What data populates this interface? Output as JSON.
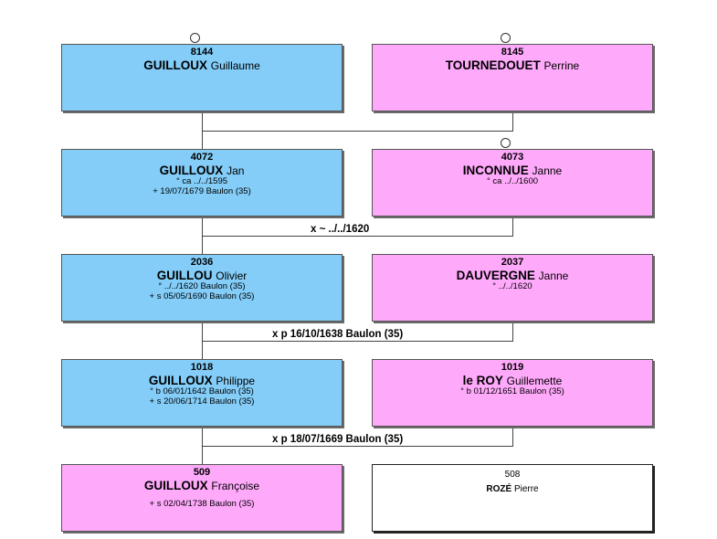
{
  "people": {
    "p8144": {
      "num": "8144",
      "surname": "GUILLOUX",
      "given": "Guillaume"
    },
    "p8145": {
      "num": "8145",
      "surname": "TOURNEDOUET",
      "given": "Perrine"
    },
    "p4072": {
      "num": "4072",
      "surname": "GUILLOUX",
      "given": "Jan",
      "line1": "° ca ../../1595",
      "line2": "+ 19/07/1679 Baulon (35)"
    },
    "p4073": {
      "num": "4073",
      "surname": "INCONNUE",
      "given": "Janne",
      "line1": "° ca ../../1600"
    },
    "p2036": {
      "num": "2036",
      "surname": "GUILLOU",
      "given": "Olivier",
      "line1": "° ../../1620 Baulon (35)",
      "line2": "+ s 05/05/1690 Baulon (35)"
    },
    "p2037": {
      "num": "2037",
      "surname": "DAUVERGNE",
      "given": "Janne",
      "line1": "° ../../1620"
    },
    "p1018": {
      "num": "1018",
      "surname": "GUILLOUX",
      "given": "Philippe",
      "line1": "° b 06/01/1642 Baulon (35)",
      "line2": "+ s 20/06/1714 Baulon (35)"
    },
    "p1019": {
      "num": "1019",
      "surname": "le ROY",
      "given": "Guillemette",
      "line1": "° b 01/12/1651 Baulon (35)"
    },
    "p509": {
      "num": "509",
      "surname": "GUILLOUX",
      "given": "Françoise",
      "line2": "+ s 02/04/1738 Baulon (35)"
    },
    "p508": {
      "num": "508",
      "surname": "ROZÉ",
      "given": "Pierre"
    }
  },
  "marriages": {
    "m4072": "x ~ ../../1620",
    "m2036": "x p 16/10/1638 Baulon (35)",
    "m1018": "x p 18/07/1669 Baulon (35)"
  },
  "colors": {
    "male": "#83cdf8",
    "female": "#ffa9fb",
    "unknown": "#ffffff"
  }
}
